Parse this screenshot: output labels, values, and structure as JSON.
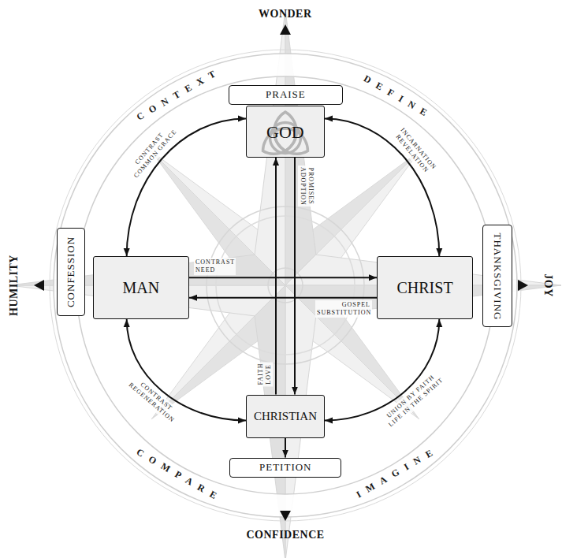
{
  "diagram": {
    "nodes": [
      {
        "text": [
          "PRAISE"
        ]
      },
      {
        "text": [
          "GOD"
        ]
      },
      {
        "text": [
          "CONFESSION"
        ]
      },
      {
        "text": [
          "MAN"
        ]
      },
      {
        "text": [
          "CHRIST"
        ]
      },
      {
        "text": [
          "THANKSGIVING"
        ]
      },
      {
        "text": [
          "CHRISTIAN"
        ]
      },
      {
        "text": [
          "PETITION"
        ]
      }
    ],
    "edges": [
      {
        "from": 1,
        "to": 3,
        "label": "CONTRAST COMMON GRACE",
        "arrow": "both"
      },
      {
        "from": 1,
        "to": 4,
        "label": "INCARNATION REVELATION",
        "arrow": "both"
      },
      {
        "from": 3,
        "to": 4,
        "label": "CONTRAST NEED",
        "arrow": "to"
      },
      {
        "from": 4,
        "to": 3,
        "label": "GOSPEL SUBSTITUTION",
        "arrow": "to"
      },
      {
        "from": 1,
        "to": 6,
        "label": "PROMISES ADOPTION",
        "arrow": "to"
      },
      {
        "from": 6,
        "to": 1,
        "label": "FAITH LOVE",
        "arrow": "to"
      },
      {
        "from": 3,
        "to": 6,
        "label": "CONTRAST REGENERATION",
        "arrow": "both"
      },
      {
        "from": 4,
        "to": 6,
        "label": "UNION BY FAITH LIFE IN THE SPIRIT",
        "arrow": "both"
      },
      {
        "from": 6,
        "to": 7,
        "arrow": "to"
      }
    ],
    "labels": [
      "WONDER",
      "CONTEXT",
      "DEFINE",
      "HUMILITY",
      "JOY",
      "COMPARE",
      "IMAGINE",
      "CONFIDENCE"
    ]
  }
}
